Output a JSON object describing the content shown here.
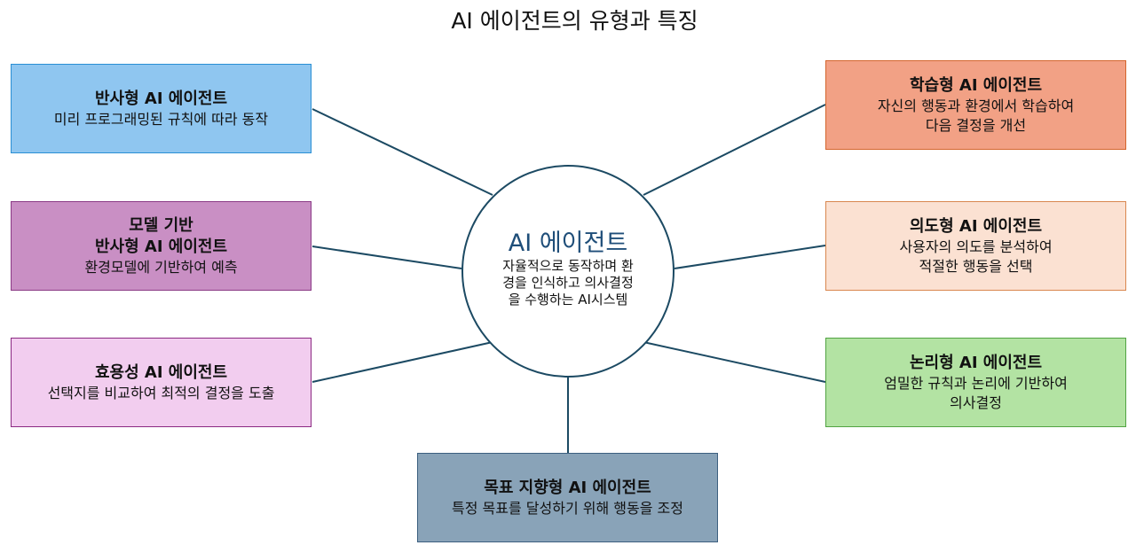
{
  "title": "AI 에이전트의 유형과 특징",
  "center": {
    "title": "AI 에이전트",
    "description": "자율적으로 동작하며 환경을 인식하고 의사결정을 수행하는 AI시스템"
  },
  "boxes": [
    {
      "id": "reflex",
      "lines": [
        "반사형 AI 에이전트"
      ],
      "desc": [
        "미리 프로그래밍된 규칙에 따라 동작"
      ],
      "fill": "#8fc6f0",
      "border": "#2a8fd4"
    },
    {
      "id": "model",
      "lines": [
        "모델 기반",
        "반사형 AI 에이전트"
      ],
      "desc": [
        "환경모델에 기반하여 예측"
      ],
      "fill": "#c98fc4",
      "border": "#8b3a86"
    },
    {
      "id": "utility",
      "lines": [
        "효용성 AI 에이전트"
      ],
      "desc": [
        "선택지를 비교하여 최적의 결정을 도출"
      ],
      "fill": "#f2cdef",
      "border": "#8b2a82"
    },
    {
      "id": "goal",
      "lines": [
        "목표 지향형 AI 에이전트"
      ],
      "desc": [
        "특정 목표를 달성하기 위해 행동을 조정"
      ],
      "fill": "#89a3b8",
      "border": "#3c5f7f"
    },
    {
      "id": "learning",
      "lines": [
        "학습형 AI 에이전트"
      ],
      "desc": [
        "자신의 행동과 환경에서 학습하여",
        "다음 결정을 개선"
      ],
      "fill": "#f2a185",
      "border": "#d4662e"
    },
    {
      "id": "intent",
      "lines": [
        "의도형 AI 에이전트"
      ],
      "desc": [
        "사용자의 의도를 분석하여",
        "적절한 행동을 선택"
      ],
      "fill": "#fbe1d2",
      "border": "#d9874f"
    },
    {
      "id": "logic",
      "lines": [
        "논리형 AI 에이전트"
      ],
      "desc": [
        "엄밀한 규칙과 논리에 기반하여",
        "의사결정"
      ],
      "fill": "#b3e3a3",
      "border": "#52a343"
    }
  ]
}
